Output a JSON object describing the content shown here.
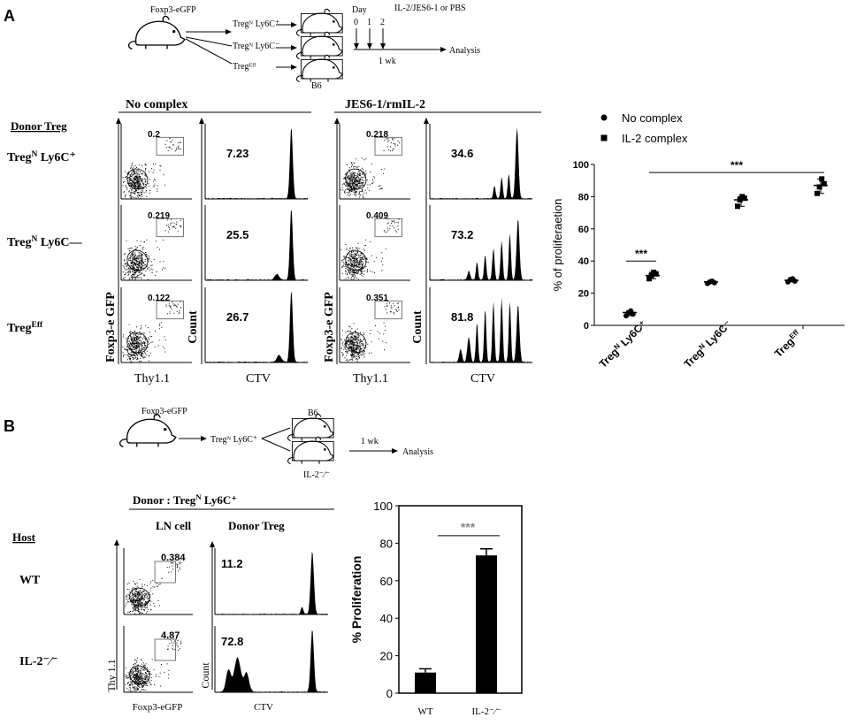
{
  "panelA": {
    "letter": "A",
    "schematic": {
      "mouse_label": "Foxp3-eGFP",
      "groups": [
        "Tregᴺ Ly6C⁺",
        "Tregᴺ Ly6C⁻",
        "Tregᴱᶠᶠ"
      ],
      "host_label": "B6",
      "treatment": "IL-2/JES6-1 or PBS",
      "day_label": "Day",
      "days": [
        "0",
        "1",
        "2"
      ],
      "duration": "1 wk",
      "analysis": "Analysis"
    },
    "headers": {
      "no_complex": "No complex",
      "jes6": "JES6-1/rmIL-2",
      "donor_treg": "Donor Treg"
    },
    "rows": [
      {
        "base": "Treg",
        "sup": "N",
        "rest": " Ly6C⁺"
      },
      {
        "base": "Treg",
        "sup": "N",
        "rest": " Ly6C—"
      },
      {
        "base": "Treg",
        "sup": "Eff",
        "rest": ""
      }
    ],
    "flow_values": {
      "no_complex": {
        "dot": [
          "0.2",
          "0.219",
          "0.122"
        ],
        "hist": [
          "7.23",
          "25.5",
          "26.7"
        ]
      },
      "jes6": {
        "dot": [
          "0.218",
          "0.409",
          "0.351"
        ],
        "hist": [
          "34.6",
          "73.2",
          "81.8"
        ]
      }
    },
    "axis_labels": {
      "foxp3": "Foxp3-e GFP",
      "count": "Count",
      "thy": "Thy1.1",
      "ctv": "CTV"
    }
  },
  "panelB": {
    "letter": "B",
    "schematic": {
      "mouse_label": "Foxp3-eGFP",
      "group": "Tregᴺ Ly6C⁺",
      "host_top": "B6",
      "host_bottom": "IL-2⁻⁄⁻",
      "duration": "1 wk",
      "analysis": "Analysis"
    },
    "donor_prefix": "Donor : ",
    "donor_base": "Treg",
    "donor_sup": "N",
    "donor_rest": " Ly6C⁺",
    "headers": {
      "ln_cell": "LN cell",
      "donor_treg": "Donor Treg",
      "host": "Host"
    },
    "hosts": [
      "WT",
      "IL-2⁻⁄⁻"
    ],
    "dot_values": [
      "0.384",
      "4.87"
    ],
    "hist_values": [
      "11.2",
      "72.8"
    ],
    "axis_labels": {
      "thy": "Thy 1.1",
      "foxp3": "Foxp3-eGFP",
      "count": "Count",
      "ctv": "CTV"
    }
  },
  "chart_data": [
    {
      "type": "scatter",
      "title": "",
      "xlabel": "",
      "ylabel": "% of proliferaetion",
      "ylim": [
        0,
        100
      ],
      "yticks": [
        0,
        20,
        40,
        60,
        80,
        100
      ],
      "categories": [
        {
          "base": "Treg",
          "sup": "N",
          "rest": " Ly6C⁺"
        },
        {
          "base": "Treg",
          "sup": "N",
          "rest": " Ly6C⁻"
        },
        {
          "base": "Treg",
          "sup": "Eff",
          "rest": ""
        }
      ],
      "legend": {
        "placement": "top",
        "entries": [
          "No complex",
          "IL-2 complex"
        ]
      },
      "series": [
        {
          "name": "No complex",
          "marker": "circle",
          "means": [
            8,
            27,
            28
          ],
          "points": [
            [
              6,
              8,
              9,
              7
            ],
            [
              26,
              27,
              27.5,
              26.5
            ],
            [
              27,
              28.5,
              29,
              27.5
            ]
          ]
        },
        {
          "name": "IL-2 complex",
          "marker": "square",
          "means": [
            31,
            78,
            87
          ],
          "points": [
            [
              29,
              31,
              33,
              32
            ],
            [
              74,
              78,
              80,
              79
            ],
            [
              82,
              86,
              91,
              88
            ]
          ]
        }
      ],
      "significance": [
        {
          "label": "***",
          "from": [
            0,
            0
          ],
          "to": [
            0,
            1
          ],
          "y": 40
        },
        {
          "label": "***",
          "from": [
            0,
            1
          ],
          "to": [
            2,
            1
          ],
          "y": 95
        }
      ]
    },
    {
      "type": "bar",
      "title": "",
      "xlabel": "",
      "ylabel": "% Proliferation",
      "ylim": [
        0,
        100
      ],
      "yticks": [
        0,
        20,
        40,
        60,
        80,
        100
      ],
      "categories": [
        "WT",
        "IL-2⁻⁄⁻"
      ],
      "values": [
        11,
        73.5
      ],
      "errors": [
        2,
        3.5
      ],
      "significance": {
        "label": "***",
        "y": 84
      }
    }
  ]
}
